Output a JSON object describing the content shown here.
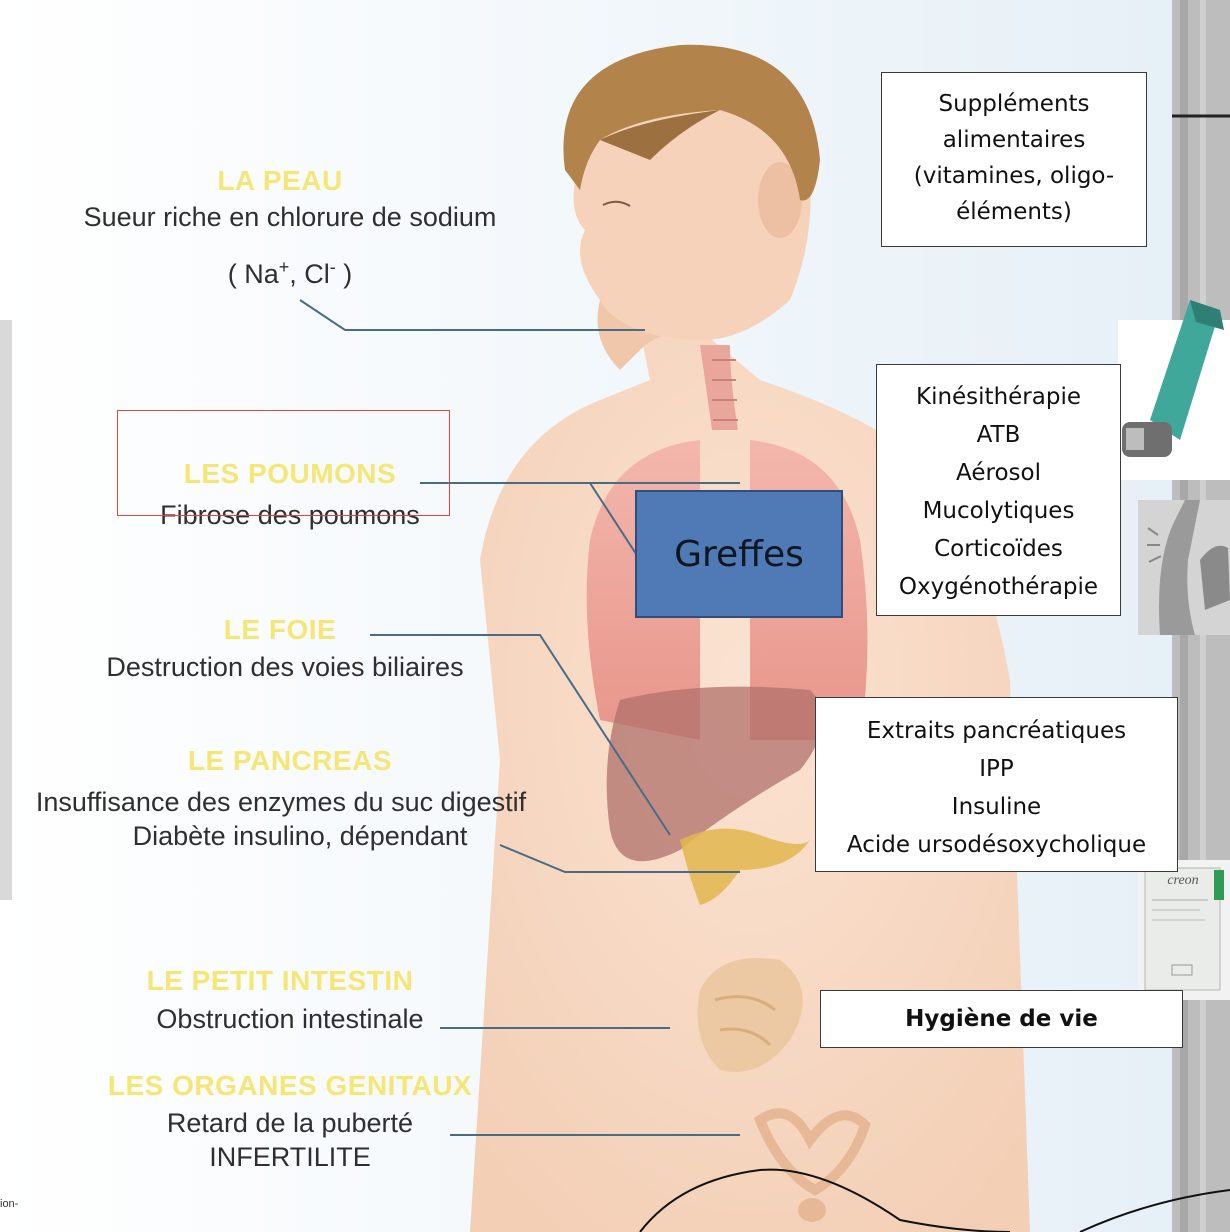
{
  "organs": [
    {
      "key": "peau",
      "title": "LA PEAU",
      "desc": [
        "Sueur riche en chlorure de sodium"
      ],
      "ions": {
        "na": "Na",
        "na_sup": "+",
        "cl": "Cl",
        "cl_sup": "-"
      }
    },
    {
      "key": "poumons",
      "title": "LES POUMONS",
      "desc": [
        "Fibrose des poumons"
      ]
    },
    {
      "key": "foie",
      "title": "LE FOIE",
      "desc": [
        "Destruction des voies biliaires"
      ]
    },
    {
      "key": "pancreas",
      "title": "LE PANCREAS",
      "desc": [
        "Insuffisance des enzymes du suc digestif",
        "Diabète insulino, dépendant"
      ]
    },
    {
      "key": "intestin",
      "title": "LE PETIT INTESTIN",
      "desc": [
        "Obstruction intestinale"
      ]
    },
    {
      "key": "genitaux",
      "title": "LES ORGANES GENITAUX",
      "desc": [
        "Retard de la puberté",
        "INFERTILITE"
      ]
    }
  ],
  "treatments": {
    "supplements": [
      "Suppléments",
      "alimentaires",
      "(vitamines, oligo-",
      "éléments)"
    ],
    "respiratory": [
      "Kinésithérapie",
      "ATB",
      "Aérosol",
      "Mucolytiques",
      "Corticoïdes",
      "Oxygénothérapie"
    ],
    "digestive": [
      "Extraits pancréatiques",
      "IPP",
      "Insuline",
      "Acide ursodésoxycholique"
    ],
    "hygiene": "Hygiène de vie"
  },
  "greffes": "Greffes",
  "creon_label": "creon",
  "footer_fragment": "ion-",
  "icons": [
    "inhaler-icon",
    "arm-flex-icon",
    "creon-box-icon"
  ],
  "colors": {
    "organ_title": "#f3e67a",
    "greffes_fill": "#4f7ab6",
    "highlight_border": "#e2433a",
    "leader_line": "#4a6b84"
  }
}
